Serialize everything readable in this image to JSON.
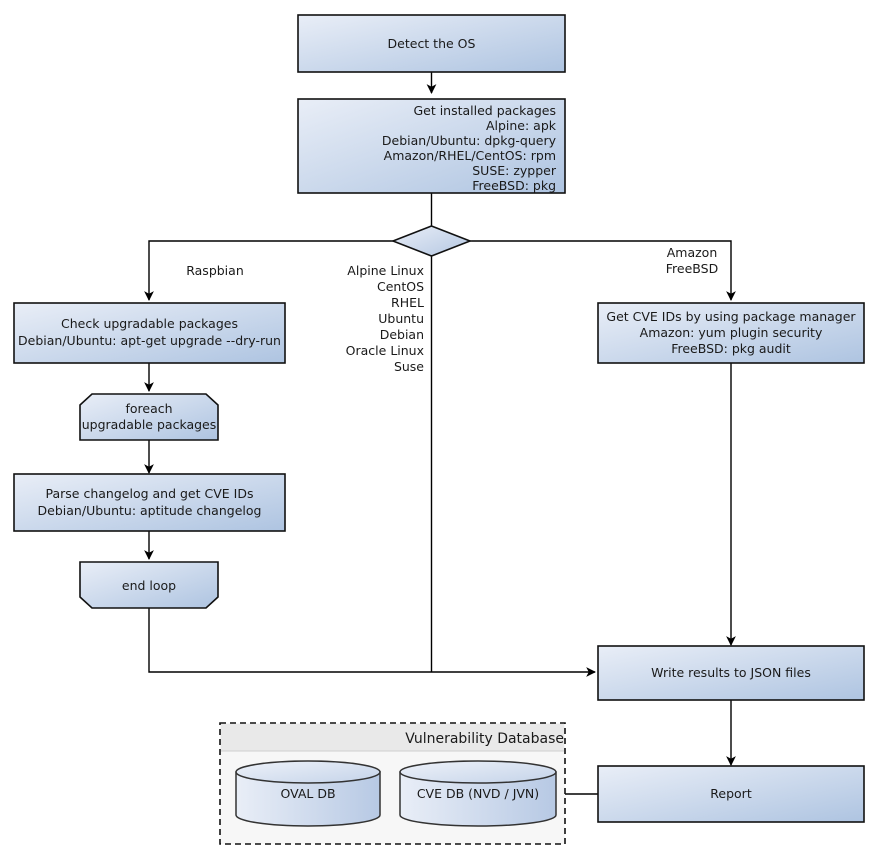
{
  "diagram": {
    "title": "Vulnerability scanning flowchart",
    "colors": {
      "box_fill_light": "#e7ecf6",
      "box_fill_dark": "#aec3e0",
      "stroke": "#111111",
      "group_fill": "#f6f6f6",
      "group_header_fill": "#e8e8e8",
      "connector": "#000000"
    },
    "nodes": {
      "detect_os": {
        "label": "Detect the OS",
        "align": "center"
      },
      "get_installed_packages": {
        "align": "right",
        "lines": [
          "Get installed packages",
          "Alpine: apk",
          "Debian/Ubuntu: dpkg-query",
          "Amazon/RHEL/CentOS: rpm",
          "SUSE: zypper",
          "FreeBSD: pkg"
        ]
      },
      "decision": {
        "label": ""
      },
      "check_upgradable": {
        "align": "center",
        "lines": [
          "Check upgradable packages",
          "Debian/Ubuntu: apt-get upgrade --dry-run"
        ]
      },
      "foreach_loop": {
        "align": "center",
        "lines": [
          "foreach",
          "upgradable  packages"
        ]
      },
      "parse_changelog": {
        "align": "center",
        "lines": [
          "Parse changelog and get  CVE IDs",
          "Debian/Ubuntu: aptitude changelog"
        ]
      },
      "end_loop": {
        "label": "end loop",
        "align": "center"
      },
      "get_cve_ids": {
        "align": "center",
        "lines": [
          "Get CVE IDs by using package manager",
          "Amazon: yum plugin security",
          "FreeBSD: pkg audit"
        ]
      },
      "write_results": {
        "label": "Write results to JSON files",
        "align": "center"
      },
      "report": {
        "label": "Report",
        "align": "center"
      }
    },
    "edge_labels": {
      "raspbian": "Raspbian",
      "middle_os_list": [
        "Alpine Linux",
        "CentOS",
        "RHEL",
        "Ubuntu",
        "Debian",
        "Oracle Linux",
        "Suse"
      ],
      "amazon_freebsd": [
        "Amazon",
        "FreeBSD"
      ]
    },
    "group": {
      "title": "Vulnerability Database",
      "databases": [
        {
          "label": "OVAL DB"
        },
        {
          "label": "CVE DB (NVD / JVN)"
        }
      ]
    }
  }
}
